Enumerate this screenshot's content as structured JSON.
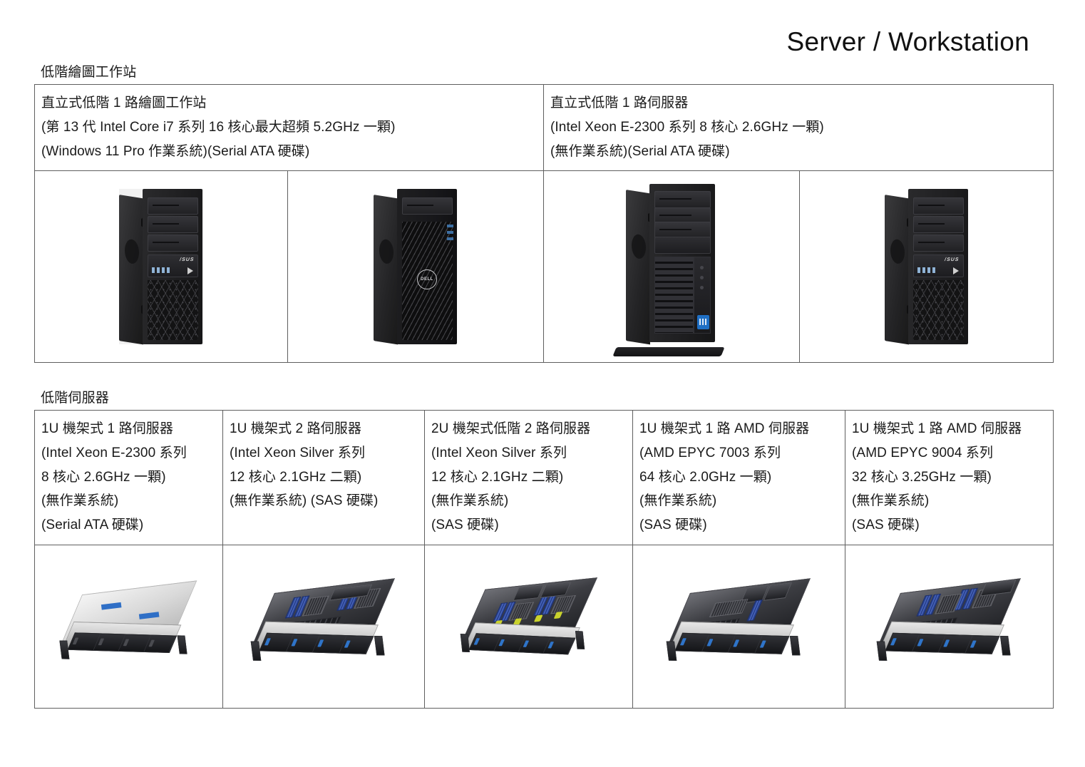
{
  "page": {
    "title": "Server / Workstation"
  },
  "sections": [
    {
      "id": "workstations",
      "heading": "低階繪圖工作站",
      "specs": [
        {
          "lines": [
            "直立式低階 1 路繪圖工作站",
            "(第 13 代 Intel Core i7 系列 16 核心最大超頻  5.2GHz 一顆)",
            "(Windows 11 Pro 作業系統)(Serial ATA 硬碟)"
          ]
        },
        {
          "lines": [
            "直立式低階 1 路伺服器",
            "(Intel Xeon E-2300 系列 8 核心 2.6GHz 一顆)",
            "(無作業系統)(Serial ATA 硬碟)"
          ]
        }
      ],
      "images": [
        {
          "alt": "asus-tower-workstation"
        },
        {
          "alt": "dell-tower-workstation"
        },
        {
          "alt": "intel-tower-server"
        },
        {
          "alt": "asus-tower-server"
        }
      ]
    },
    {
      "id": "servers",
      "heading": "低階伺服器",
      "specs": [
        {
          "lines": [
            "1U 機架式 1 路伺服器",
            "(Intel Xeon E-2300 系列",
            "8 核心 2.6GHz 一顆)",
            "(無作業系統)",
            "(Serial ATA 硬碟)"
          ]
        },
        {
          "lines": [
            "1U 機架式 2 路伺服器",
            "(Intel Xeon Silver 系列",
            "12 核心 2.1GHz 二顆)",
            "(無作業系統) (SAS 硬碟)"
          ]
        },
        {
          "lines": [
            "2U 機架式低階 2 路伺服器",
            "(Intel Xeon Silver 系列",
            "12 核心 2.1GHz 二顆)",
            "(無作業系統)",
            "(SAS 硬碟)"
          ]
        },
        {
          "lines": [
            "1U 機架式 1 路 AMD 伺服器",
            "(AMD EPYC 7003 系列",
            "64 核心 2.0GHz 一顆)",
            "(無作業系統)",
            "(SAS 硬碟)"
          ]
        },
        {
          "lines": [
            "1U 機架式 1 路 AMD 伺服器",
            "(AMD EPYC 9004 系列",
            "32 核心 3.25GHz 一顆)",
            "(無作業系統)",
            "(SAS 硬碟)"
          ]
        }
      ],
      "images": [
        {
          "alt": "1u-rack-server-closed-4bay"
        },
        {
          "alt": "1u-rack-server-open-dual-socket"
        },
        {
          "alt": "2u-rack-server-open-dual-socket"
        },
        {
          "alt": "1u-amd-epyc-7003-server"
        },
        {
          "alt": "1u-amd-epyc-9004-server"
        }
      ]
    }
  ],
  "colors": {
    "border": "#5f5f5f",
    "text": "#1a1a1a",
    "accent_blue": "#2f6fc6",
    "accent_yellow": "#c9d22c"
  }
}
